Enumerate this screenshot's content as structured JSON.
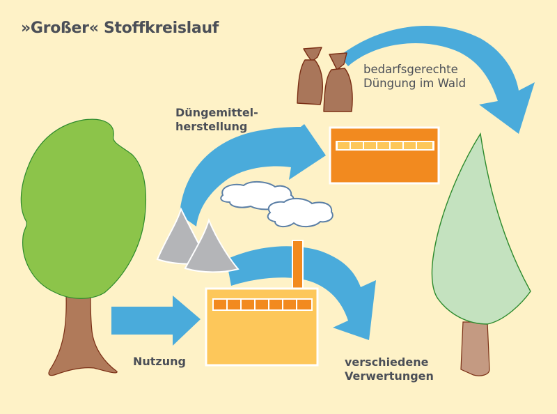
{
  "title": "»Großer« Stoffkreislauf",
  "labels": {
    "fertilizer_production_line1": "Düngemittel-",
    "fertilizer_production_line2": "herstellung",
    "forest_fertilization_line1": "bedarfsgerechte",
    "forest_fertilization_line2": "Düngung im Wald",
    "usage": "Nutzung",
    "utilization_line1": "verschiedene",
    "utilization_line2": "Verwertungen"
  },
  "colors": {
    "background": "#fef2c7",
    "arrow": "#4aabdb",
    "deciduous_crown": "#8cc44a",
    "conifer_crown": "#c4e2bf",
    "trunk": "#b07a5a",
    "conifer_trunk": "#c49a82",
    "factory_yellow": "#fdc75a",
    "factory_orange": "#f28a1f",
    "sack": "#a9765a",
    "ash_heap": "#b4b5b8",
    "text": "#4b4f57"
  }
}
